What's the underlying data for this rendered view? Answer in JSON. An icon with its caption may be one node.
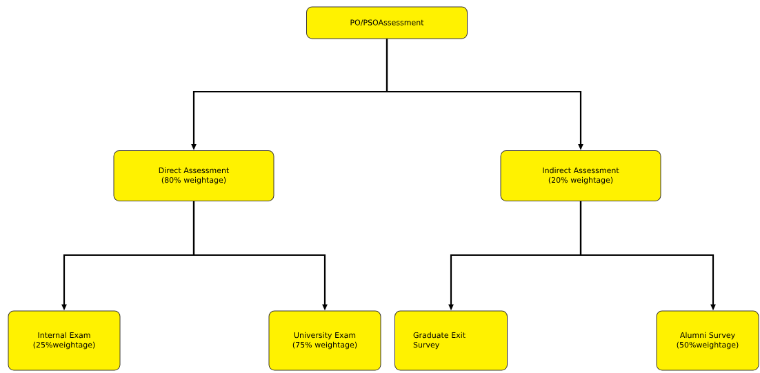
{
  "diagram": {
    "nodes": [
      {
        "text": [
          "PO/PSOAssessment"
        ]
      },
      {
        "text": [
          "Direct Assessment (80% weightage)"
        ]
      },
      {
        "text": [
          "Indirect Assessment (20% weightage)"
        ]
      },
      {
        "text": [
          "Internal Exam (25%weightage)"
        ]
      },
      {
        "text": [
          "University Exam (75% weightage)"
        ]
      },
      {
        "text": [
          "Graduate Exit Survey"
        ]
      },
      {
        "text": [
          "Alumni Survey (50%weightage)"
        ]
      }
    ],
    "edges": [
      {
        "from": 0,
        "to": 1,
        "arrow": "to"
      },
      {
        "from": 0,
        "to": 2,
        "arrow": "to"
      },
      {
        "from": 1,
        "to": 3,
        "arrow": "to"
      },
      {
        "from": 1,
        "to": 4,
        "arrow": "to"
      },
      {
        "from": 2,
        "to": 5,
        "arrow": "to"
      },
      {
        "from": 2,
        "to": 6,
        "arrow": "to"
      }
    ]
  }
}
